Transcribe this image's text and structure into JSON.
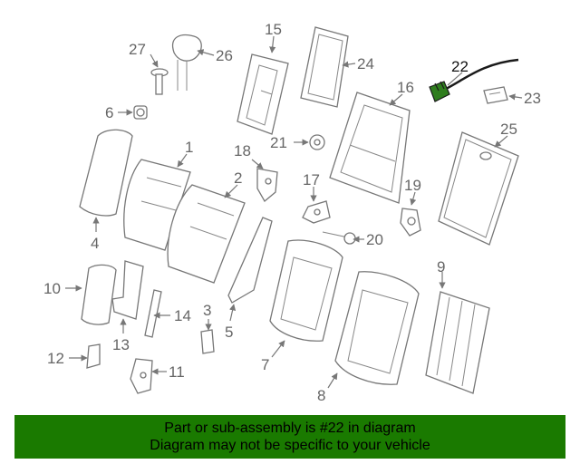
{
  "diagram": {
    "callouts": [
      "1",
      "2",
      "3",
      "4",
      "5",
      "6",
      "7",
      "8",
      "9",
      "10",
      "11",
      "12",
      "13",
      "14",
      "15",
      "16",
      "17",
      "18",
      "19",
      "20",
      "21",
      "22",
      "23",
      "24",
      "25",
      "26",
      "27"
    ],
    "highlighted_part": "22",
    "highlight_color": "#2f7d1e"
  },
  "banner": {
    "line1": "Part or sub-assembly is #22 in diagram",
    "line2": "Diagram may not be specific to your vehicle",
    "background": "#1a7a00"
  }
}
